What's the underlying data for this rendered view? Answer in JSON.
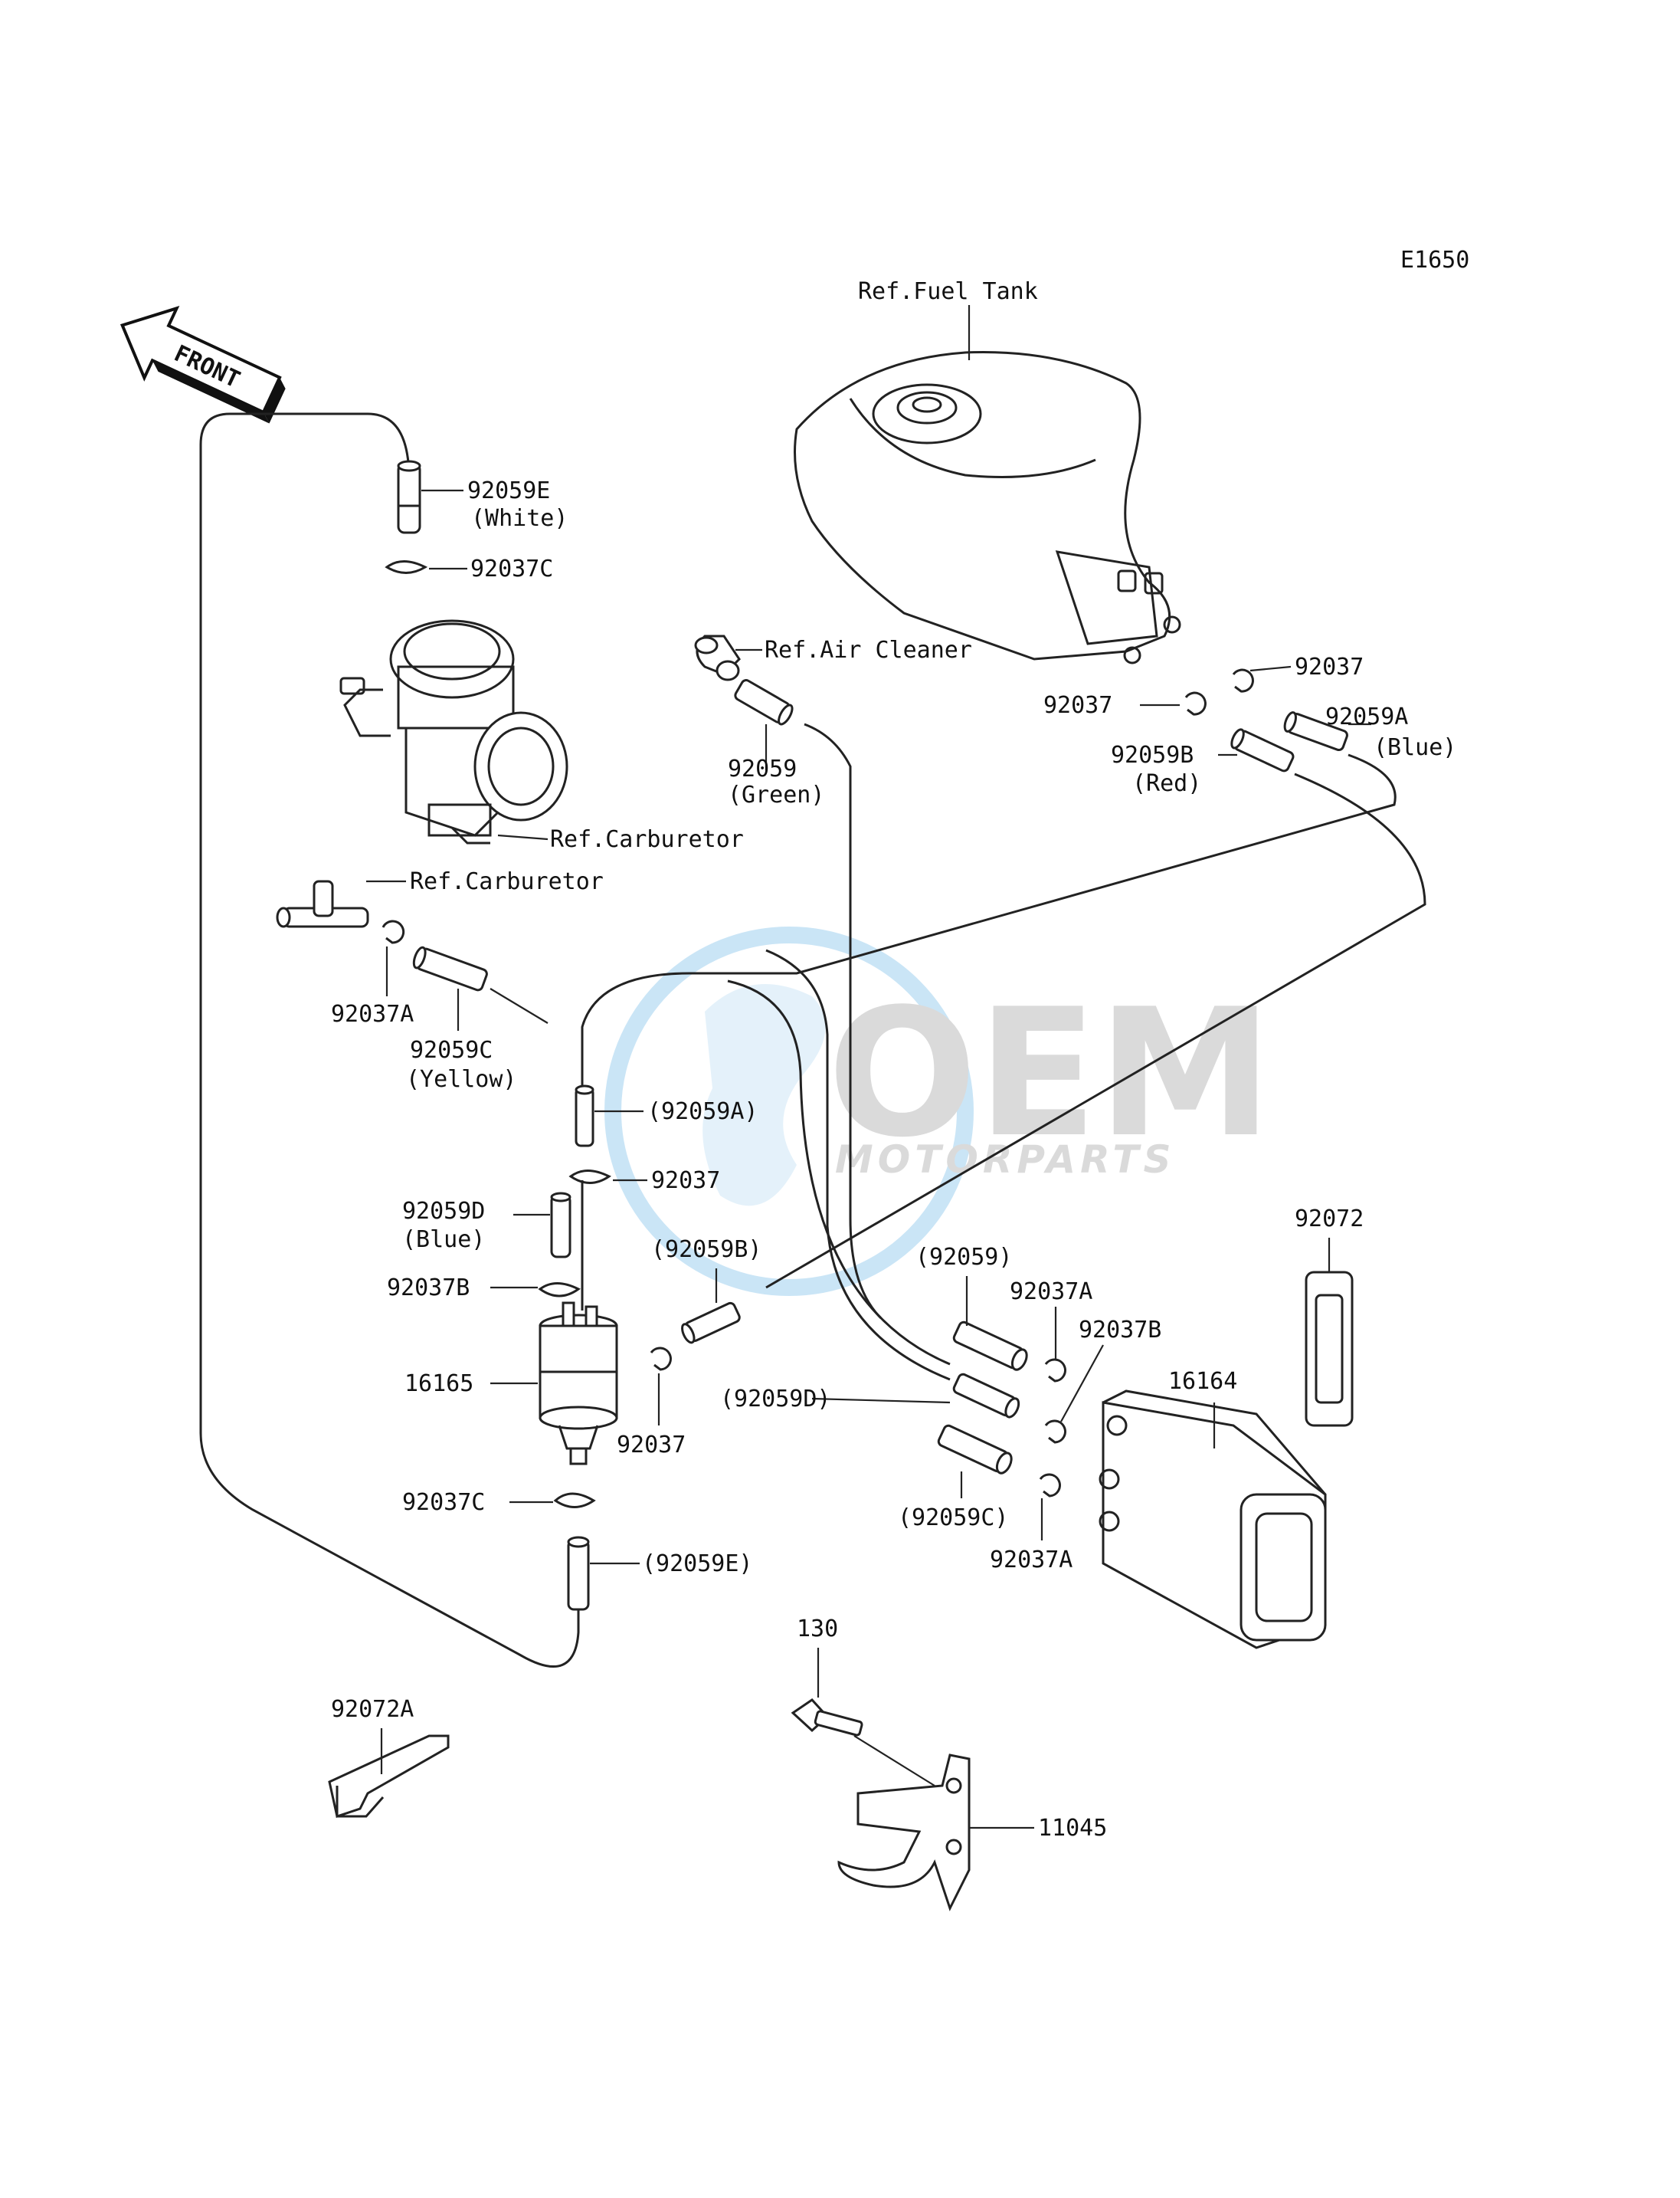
{
  "diagram_code": "E1650",
  "watermark": {
    "brand": "OEM",
    "sub": "MOTORPARTS"
  },
  "labels": {
    "ref_fuel_tank": "Ref.Fuel Tank",
    "ref_air_cleaner": "Ref.Air Cleaner",
    "ref_carburetor_1": "Ref.Carburetor",
    "ref_carburetor_2": "Ref.Carburetor",
    "p92059E_top": "92059E",
    "p92059E_top_color": "(White)",
    "p92037C_top": "92037C",
    "p92059_green": "92059",
    "p92059_green_color": "(Green)",
    "p92037_a": "92037",
    "p92037_b": "92037",
    "p92059A_blue": "92059A",
    "p92059A_blue_color": "(Blue)",
    "p92059B_red": "92059B",
    "p92059B_red_color": "(Red)",
    "p92037A_left": "92037A",
    "p92059C_yellow": "92059C",
    "p92059C_yellow_color": "(Yellow)",
    "p92059A_paren": "(92059A)",
    "p92037_mid": "92037",
    "p92059D_blue": "92059D",
    "p92059D_blue_color": "(Blue)",
    "p92037B_left": "92037B",
    "p16165": "16165",
    "p92059B_paren": "(92059B)",
    "p92037_lower": "92037",
    "p92037C_bottom": "92037C",
    "p92059E_paren": "(92059E)",
    "p92059_paren": "(92059)",
    "p92037A_right_top": "92037A",
    "p92037B_right": "92037B",
    "p16164": "16164",
    "p92072": "92072",
    "p92059D_paren": "(92059D)",
    "p92059C_paren": "(92059C)",
    "p92037A_right_bottom": "92037A",
    "p130": "130",
    "p92072A": "92072A",
    "p11045": "11045"
  },
  "front_badge": "FRONT"
}
